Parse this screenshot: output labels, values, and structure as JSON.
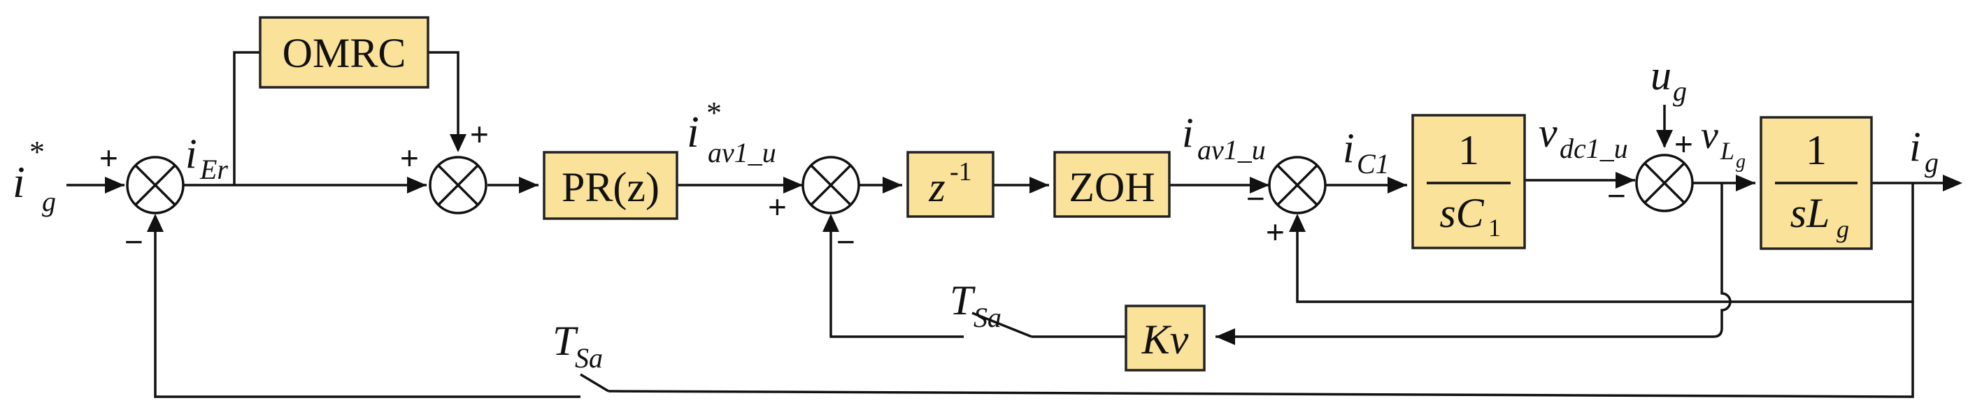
{
  "blocks": {
    "omrc": "OMRC",
    "pr": "PR(z)",
    "delay": "z",
    "delay_exp": "-1",
    "zoh": "ZOH",
    "cap_num": "1",
    "cap_den": "sC",
    "cap_sub": "1",
    "ind_num": "1",
    "ind_den": "sL",
    "ind_sub": "g",
    "kv": "Kv"
  },
  "signals": {
    "ig_star": "i",
    "ig_star_sup": "*",
    "ig_star_sub": "g",
    "ier": "i",
    "ier_sub": "Er",
    "iav1u_star": "i",
    "iav1u_star_sup": "*",
    "iav1u_star_sub": "av1_u",
    "iav1u": "i",
    "iav1u_sub": "av1_u",
    "ic1": "i",
    "ic1_sub": "C1",
    "vdc1u": "v",
    "vdc1u_sub": "dc1_u",
    "ug": "u",
    "ug_sub": "g",
    "vlg": "v",
    "vlg_sub": "L",
    "vlg_subsub": "g",
    "ig": "i",
    "ig_sub": "g",
    "tsa1": "T",
    "tsa1_sub": "Sa",
    "tsa2": "T",
    "tsa2_sub": "Sa"
  },
  "signs": {
    "s1_in": "+",
    "s1_fb": "−",
    "s2_in": "+",
    "s2_omrc": "+",
    "s3_in": "+",
    "s3_fb": "−",
    "s4_in": "−",
    "s4_fb": "+",
    "s5_in": "−",
    "s5_ug": "+"
  }
}
